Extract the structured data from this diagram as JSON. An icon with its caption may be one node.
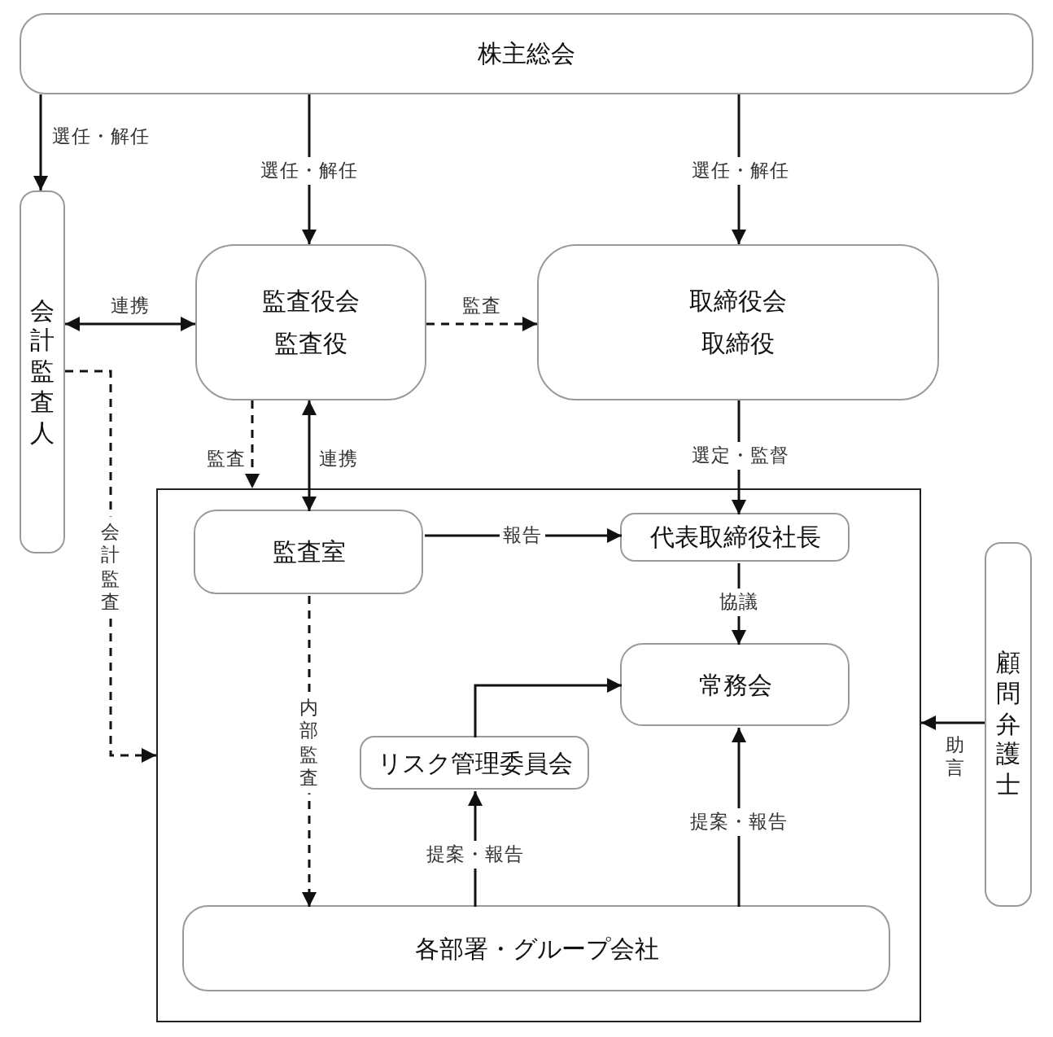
{
  "diagram": {
    "nodes": [
      {
        "text": [
          "株主総会"
        ]
      },
      {
        "text": [
          "会計監査人"
        ]
      },
      {
        "text": [
          "監査役会",
          "監査役"
        ]
      },
      {
        "text": [
          "取締役会",
          "取締役"
        ]
      },
      {
        "text": [],
        "shape": "box"
      },
      {
        "text": [
          "監査室"
        ],
        "in": 4
      },
      {
        "text": [
          "代表取締役社長"
        ],
        "in": 4
      },
      {
        "text": [
          "常務会"
        ],
        "in": 4
      },
      {
        "text": [
          "リスク管理委員会"
        ],
        "in": 4
      },
      {
        "text": [
          "各部署・グループ会社"
        ],
        "in": 4
      },
      {
        "text": [
          "顧問弁護士"
        ]
      }
    ],
    "edges": [
      {
        "from": 0,
        "to": 1,
        "arrow": "to",
        "label": "選任・解任"
      },
      {
        "from": 0,
        "to": 2,
        "arrow": "to",
        "label": "選任・解任"
      },
      {
        "from": 0,
        "to": 3,
        "arrow": "to",
        "label": "選任・解任"
      },
      {
        "from": 1,
        "to": 2,
        "arrow": "both",
        "label": "連携"
      },
      {
        "from": 2,
        "to": 3,
        "arrow": "to",
        "label": "監査",
        "style": "dashed"
      },
      {
        "from": 2,
        "to": 4,
        "arrow": "to",
        "label": "監査",
        "style": "dashed"
      },
      {
        "from": 2,
        "to": 5,
        "arrow": "both",
        "label": "連携"
      },
      {
        "from": 3,
        "to": 6,
        "arrow": "to",
        "label": "選定・監督"
      },
      {
        "from": 1,
        "to": 4,
        "arrow": "to",
        "label": "会計監査",
        "style": "dashed"
      },
      {
        "from": 5,
        "to": 6,
        "arrow": "to",
        "label": "報告"
      },
      {
        "from": 6,
        "to": 7,
        "arrow": "to",
        "label": "協議"
      },
      {
        "from": 8,
        "to": 7,
        "arrow": "to"
      },
      {
        "from": 9,
        "to": 8,
        "arrow": "to",
        "label": "提案・報告"
      },
      {
        "from": 9,
        "to": 7,
        "arrow": "to",
        "label": "提案・報告"
      },
      {
        "from": 10,
        "to": 4,
        "arrow": "to",
        "label": "助言"
      },
      {
        "from": 5,
        "to": 9,
        "arrow": "to",
        "label": "内部監査",
        "style": "dashed"
      }
    ]
  }
}
